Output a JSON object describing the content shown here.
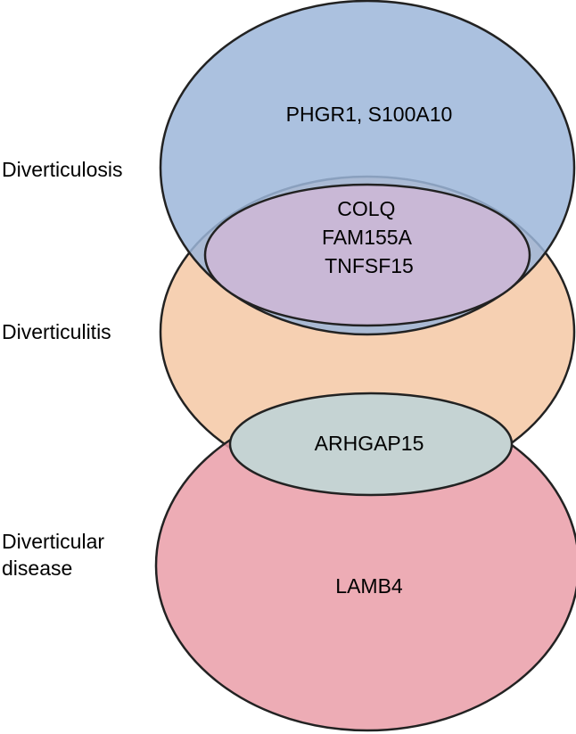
{
  "sets": [
    {
      "name": "Diverticulosis",
      "label_lines": [
        "Diverticulosis"
      ],
      "color": "#9cb6d9"
    },
    {
      "name": "Diverticulitis",
      "label_lines": [
        "Diverticulitis"
      ],
      "color": "#f4c8a4"
    },
    {
      "name": "Diverticular disease",
      "label_lines": [
        "Diverticular",
        "disease"
      ],
      "color": "#ea9da8"
    }
  ],
  "regions": {
    "diverticulosis_only": {
      "lines": [
        "PHGR1, S100A10"
      ]
    },
    "diverticulosis_and_diverticulitis": {
      "lines": [
        "COLQ",
        "FAM155A",
        "TNFSF15"
      ],
      "color": "#c9b8d6"
    },
    "diverticulitis_and_disease": {
      "lines": [
        "ARHGAP15"
      ],
      "color": "#c5d3d3"
    },
    "diverticular_disease_only": {
      "lines": [
        "LAMB4"
      ]
    }
  }
}
